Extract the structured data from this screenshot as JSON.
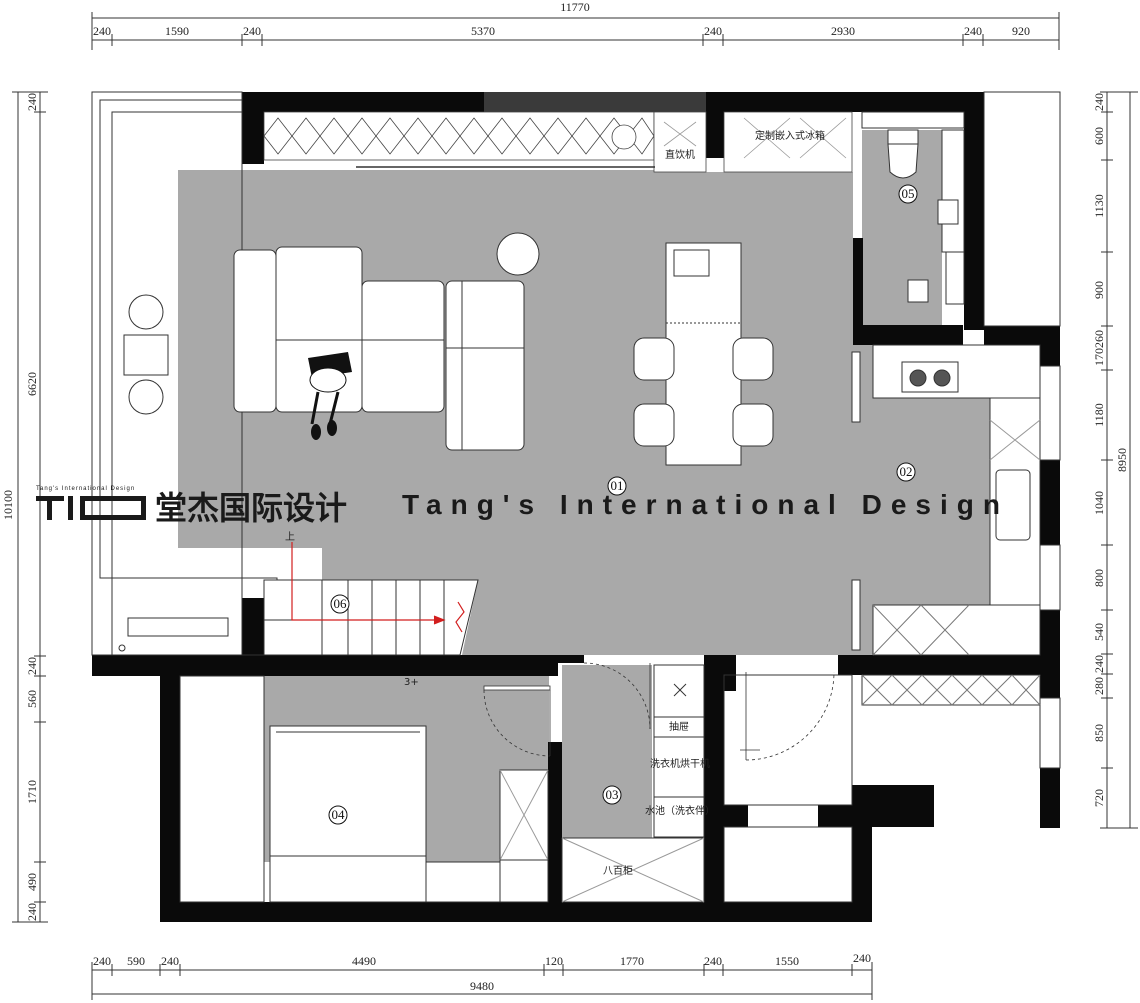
{
  "dimensions": {
    "top_total": "11770",
    "top": [
      "240",
      "1590",
      "240",
      "5370",
      "240",
      "2930",
      "240",
      "920"
    ],
    "bottom_total": "9480",
    "bottom": [
      "240",
      "590",
      "240",
      "4490",
      "120",
      "1770",
      "240",
      "1550",
      "240"
    ],
    "left_total": "10100",
    "left_upper": "6620",
    "left_lower": [
      "240",
      "560",
      "1710",
      "490",
      "240"
    ],
    "left_top": "240",
    "right_total": "8950",
    "right": [
      "240",
      "600",
      "1130",
      "900",
      "170260",
      "1180",
      "1040",
      "800",
      "540",
      "240",
      "280",
      "850",
      "720"
    ]
  },
  "rooms": {
    "r01": "01",
    "r02": "02",
    "r03": "03",
    "r04": "04",
    "r05": "05",
    "r06": "06"
  },
  "labels": {
    "water_dispenser": "直饮机",
    "fridge": "定制嵌入式冰箱",
    "drawer": "抽屉",
    "washer_dryer": "洗衣机烘干机",
    "sink": "水池（洗衣伴）",
    "cabinet": "八百柜",
    "stair_up": "上",
    "step_mark": "3+"
  },
  "watermark": {
    "logo": "TID",
    "cn": "堂杰国际设计",
    "en": "Tang's International Design",
    "small": "Tang's International Design"
  },
  "colors": {
    "wall": "#0a0a0a",
    "floor": "#a9a9a9",
    "line": "#333333",
    "accent": "#d21e1e"
  }
}
